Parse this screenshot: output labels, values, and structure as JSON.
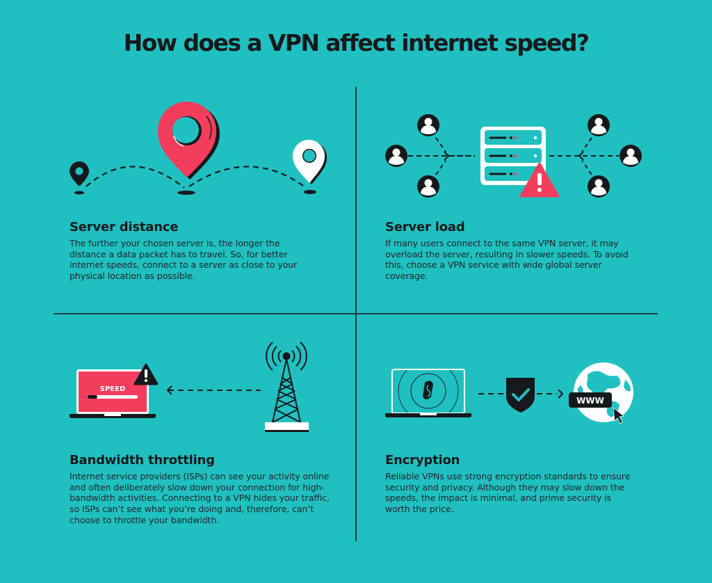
{
  "page": {
    "title": "How does a VPN affect internet speed?",
    "colors": {
      "background": "#21c0c0",
      "text": "#16191c",
      "accent_red": "#f23d5c",
      "white": "#ffffff",
      "divider": "#1f3b40"
    }
  },
  "sections": [
    {
      "id": "server-distance",
      "heading": "Server distance",
      "body": "The further your chosen server is, the longer the distance a data packet has to travel. So, for better internet speeds, connect to a server as close to your physical location as possible.",
      "illustration": {
        "icons": [
          "map-pin-small-black",
          "map-pin-large-red",
          "map-pin-medium-white"
        ],
        "connector": "dashed-arc-path"
      }
    },
    {
      "id": "server-load",
      "heading": "Server load",
      "body": "If many users connect to the same VPN server, it may overload the server, resulting in slower speeds. To avoid this, choose a VPN service with wide global server coverage.",
      "illustration": {
        "icons": [
          "user-icon",
          "user-icon",
          "user-icon",
          "server-rack-icon",
          "warning-icon",
          "user-icon",
          "user-icon",
          "user-icon"
        ],
        "connector": "dashed-arrows-into-server"
      }
    },
    {
      "id": "bandwidth-throttling",
      "heading": "Bandwidth throttling",
      "body": "Internet service providers (ISPs) can see your activity online and often deliberately slow down your connection for high-bandwidth activities. Connecting to a VPN hides your traffic, so ISPs can’t see what you’re doing and, therefore, can’t choose to throttle your bandwidth.",
      "illustration": {
        "laptop_screen_label": "SPEED",
        "icons": [
          "laptop-icon",
          "warning-icon",
          "cell-tower-icon"
        ],
        "connector": "dashed-arrow-left"
      }
    },
    {
      "id": "encryption",
      "heading": "Encryption",
      "body": "Reliable VPNs use strong encryption standards to ensure security and privacy. Although they may slow down the speeds, the impact is minimal, and prime security is worth the price.",
      "illustration": {
        "globe_label": "WWW",
        "icons": [
          "laptop-vpn-icon",
          "shield-check-icon",
          "globe-icon",
          "cursor-icon"
        ],
        "connector": "dashed-arrow-right"
      }
    }
  ]
}
